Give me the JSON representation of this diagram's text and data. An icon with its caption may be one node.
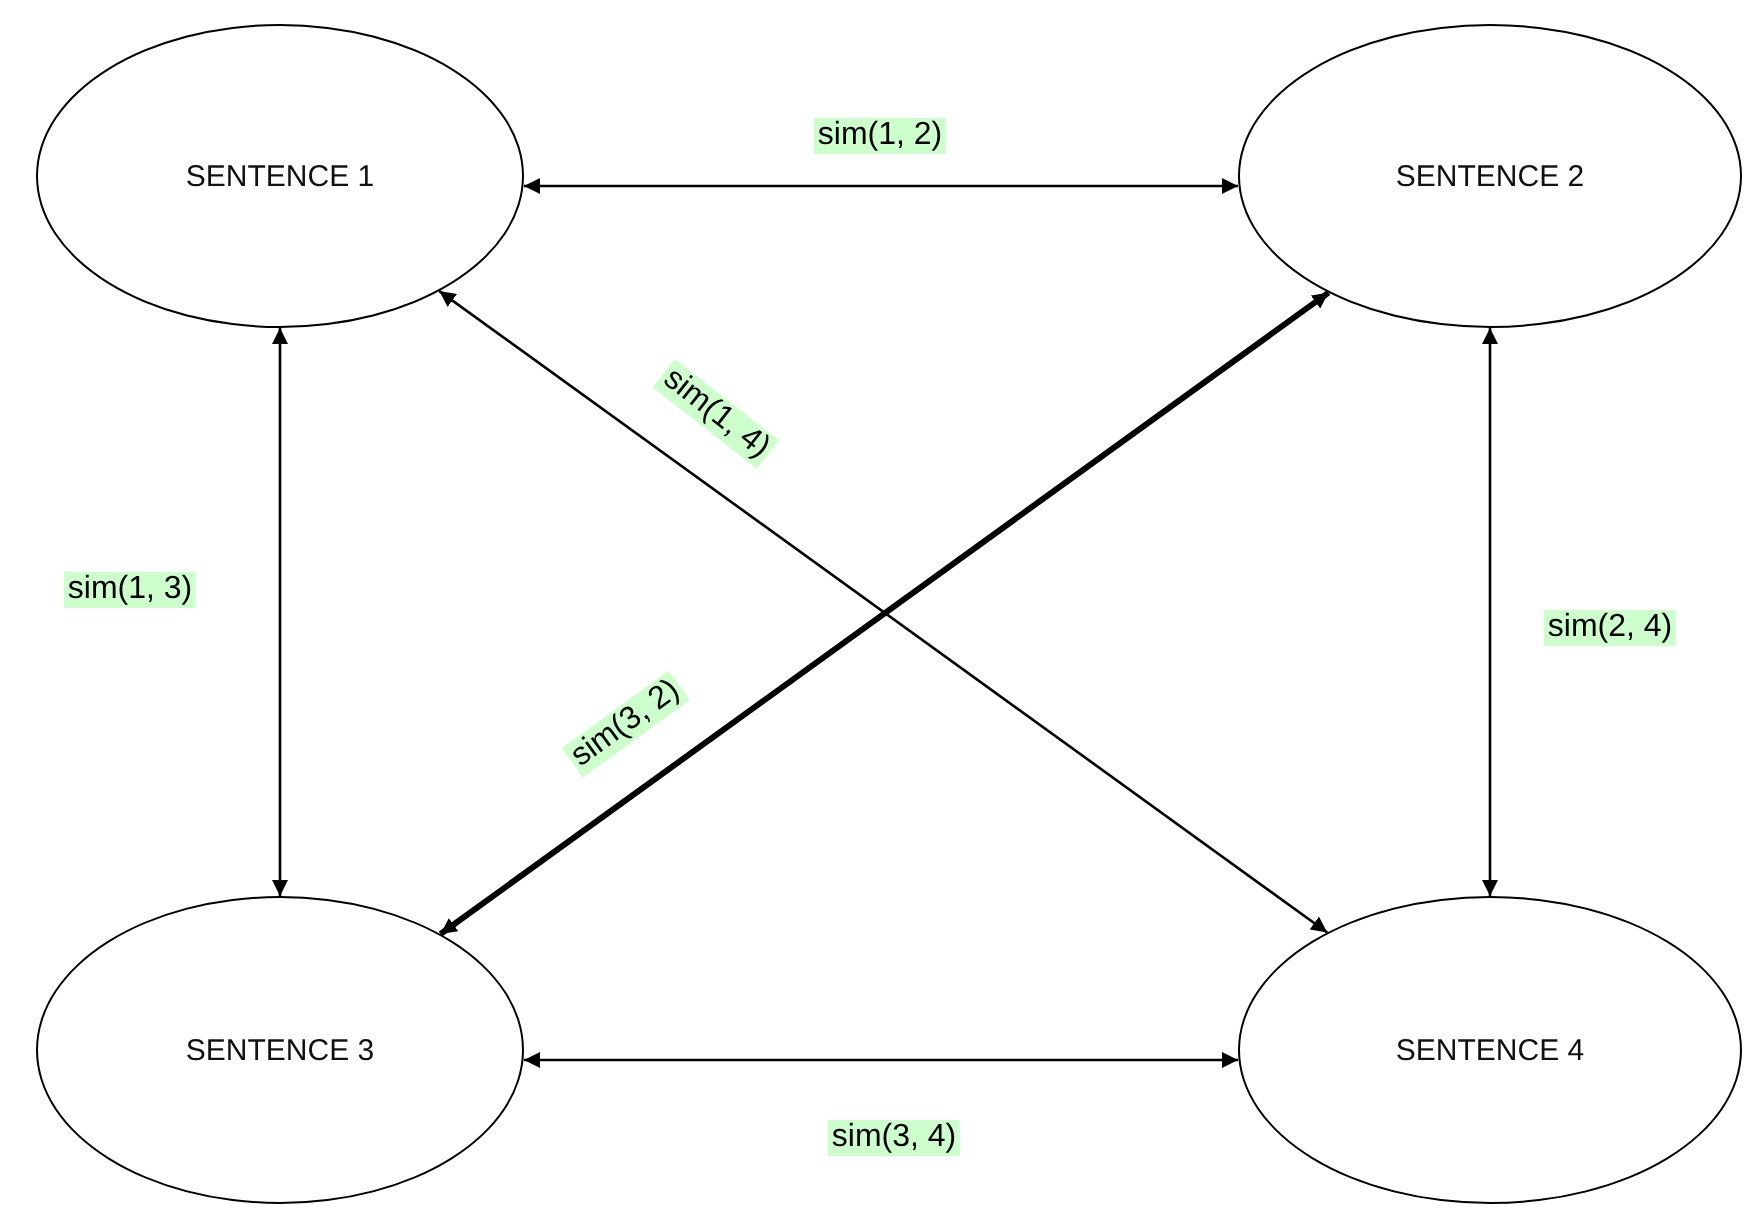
{
  "diagram": {
    "nodes": [
      {
        "text": [
          "SENTENCE 1"
        ]
      },
      {
        "text": [
          "SENTENCE 2"
        ]
      },
      {
        "text": [
          "SENTENCE 3"
        ]
      },
      {
        "text": [
          "SENTENCE 4"
        ]
      }
    ],
    "edges": [
      {
        "from": 0,
        "to": 1,
        "arrow": "both",
        "label": "sim(1, 2)"
      },
      {
        "from": 0,
        "to": 2,
        "arrow": "both",
        "label": "sim(1, 3)"
      },
      {
        "from": 0,
        "to": 3,
        "arrow": "both",
        "label": "sim(1, 4)"
      },
      {
        "from": 2,
        "to": 1,
        "arrow": "both",
        "label": "sim(3, 2)",
        "style": "thick"
      },
      {
        "from": 1,
        "to": 3,
        "arrow": "both",
        "label": "sim(2, 4)"
      },
      {
        "from": 2,
        "to": 3,
        "arrow": "both",
        "label": "sim(3, 4)"
      }
    ]
  }
}
